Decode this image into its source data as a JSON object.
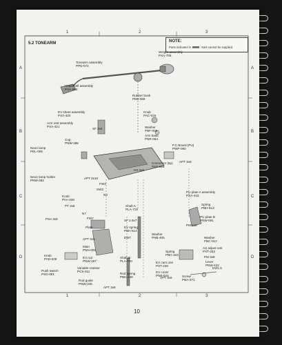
{
  "section_title": "5.2  TONEARM",
  "note": {
    "title": "NOTE:",
    "text_before": "Parts indicated in",
    "text_after": "mark cannot be supplied."
  },
  "grid": {
    "columns": [
      "1",
      "2",
      "3"
    ],
    "rows": [
      "A",
      "B",
      "C",
      "D"
    ]
  },
  "page_number": "10",
  "part_labels": [
    {
      "id": "weight-assembly",
      "lines": [
        "Weight assembly",
        "PXA-708"
      ]
    },
    {
      "id": "tonearm-assembly",
      "lines": [
        "Tonearm assembly",
        "PPD-572"
      ]
    },
    {
      "id": "headshell-assembly",
      "lines": [
        "Headshell assembly",
        "PXA-693"
      ]
    },
    {
      "id": "rubber-bush",
      "lines": [
        "Rubber bush",
        "PEB-068"
      ]
    },
    {
      "id": "ev-sheet-assembly",
      "lines": [
        "EV sheet assembly",
        "PXA-420"
      ]
    },
    {
      "id": "knob-pac016",
      "lines": [
        "Knob",
        "PAC-016"
      ]
    },
    {
      "id": "arm-rest-assembly",
      "lines": [
        "Arm rest assembly",
        "PXA-421"
      ]
    },
    {
      "id": "sf-3x4",
      "lines": [
        "SF 3x4"
      ]
    },
    {
      "id": "washer-pbf005",
      "lines": [
        "Washer",
        "PBF-005"
      ]
    },
    {
      "id": "arm-base",
      "lines": [
        "Arm base",
        "PNR-064"
      ]
    },
    {
      "id": "cup",
      "lines": [
        "Cup",
        "PNW-386"
      ]
    },
    {
      "id": "pc-board",
      "lines": [
        "P.C.Board (PU)",
        "PWP-090"
      ]
    },
    {
      "id": "neon-lamp",
      "lines": [
        "Neon lamp",
        "PEL-005"
      ]
    },
    {
      "id": "connector-5p",
      "lines": [
        "Connector (5p)",
        "PKP-015"
      ]
    },
    {
      "id": "hs-4x6",
      "lines": [
        "HS 4x6"
      ]
    },
    {
      "id": "apt-3x8-right",
      "lines": [
        "APT 3x8"
      ]
    },
    {
      "id": "apt-3x10",
      "lines": [
        "APT 3x10"
      ]
    },
    {
      "id": "fw3",
      "lines": [
        "FW3"
      ]
    },
    {
      "id": "sw3",
      "lines": [
        "SW3"
      ]
    },
    {
      "id": "n3",
      "lines": [
        "N3"
      ]
    },
    {
      "id": "neon-lamp-holder",
      "lines": [
        "Neon lamp holder",
        "PNW-384"
      ]
    },
    {
      "id": "knob-paa030",
      "lines": [
        "Knob",
        "PAA-030"
      ]
    },
    {
      "id": "pt-3x8",
      "lines": [
        "PT 3x8"
      ]
    },
    {
      "id": "n7",
      "lines": [
        "N7"
      ]
    },
    {
      "id": "psa-3x6",
      "lines": [
        "PSA 3x6"
      ]
    },
    {
      "id": "fw7",
      "lines": [
        "FW7"
      ]
    },
    {
      "id": "plate",
      "lines": [
        "Plate"
      ]
    },
    {
      "id": "shaft-a",
      "lines": [
        "Shaft A",
        "PLA-719"
      ]
    },
    {
      "id": "sf-2-6x7",
      "lines": [
        "SF 2.6x7"
      ]
    },
    {
      "id": "ev-spring",
      "lines": [
        "EV spring",
        "PBH-514"
      ]
    },
    {
      "id": "ew7",
      "lines": [
        "EW7"
      ]
    },
    {
      "id": "apt-3x5",
      "lines": [
        "APT 3x5"
      ]
    },
    {
      "id": "main",
      "lines": [
        "Main",
        "PNN-005"
      ]
    },
    {
      "id": "ev-rod",
      "lines": [
        "EV rod",
        "PNW-387"
      ]
    },
    {
      "id": "variable-resistor",
      "lines": [
        "Variable resistor",
        "PCS-011"
      ]
    },
    {
      "id": "knob-pad029",
      "lines": [
        "Knob",
        "PAD-029"
      ]
    },
    {
      "id": "push-switch",
      "lines": [
        "Push switch",
        "PSG-061"
      ]
    },
    {
      "id": "shaft-b",
      "lines": [
        "Shaft B",
        "PLA-720"
      ]
    },
    {
      "id": "rod-guide",
      "lines": [
        "Rod guide",
        "PNW-345"
      ]
    },
    {
      "id": "rod-spring",
      "lines": [
        "Rod spring",
        "PBH-149"
      ]
    },
    {
      "id": "apt-3x8-bottom",
      "lines": [
        "APT 3x8"
      ]
    },
    {
      "id": "pu-plate-a",
      "lines": [
        "PU plate A assembly",
        "PXA-443"
      ]
    },
    {
      "id": "spring-pbh513",
      "lines": [
        "Spring",
        "PBH-513"
      ]
    },
    {
      "id": "pu-plate-b",
      "lines": [
        "PU plate B",
        "PNW-591"
      ]
    },
    {
      "id": "pm-4x8",
      "lines": [
        "PM 4x8"
      ]
    },
    {
      "id": "washer-pnb405",
      "lines": [
        "Washer",
        "PNB-405"
      ]
    },
    {
      "id": "washer-pbc012",
      "lines": [
        "Washer",
        "PBC-012"
      ]
    },
    {
      "id": "as-adjust-unit",
      "lines": [
        "AS adjust unit",
        "PXT-253"
      ]
    },
    {
      "id": "spring-pbh163",
      "lines": [
        "Spring",
        "PBH-163"
      ]
    },
    {
      "id": "pm-3x8",
      "lines": [
        "PM 3x8"
      ]
    },
    {
      "id": "lever",
      "lines": [
        "Lever",
        "PNW-432"
      ]
    },
    {
      "id": "ev-cam-unit",
      "lines": [
        "EV cam unit",
        "PXT-238"
      ]
    },
    {
      "id": "ew1-5",
      "lines": [
        "EW1.5"
      ]
    },
    {
      "id": "ev-cover",
      "lines": [
        "EV cover",
        "PNB-544"
      ]
    },
    {
      "id": "apt-3x6",
      "lines": [
        "APT 3x6"
      ]
    },
    {
      "id": "screw",
      "lines": [
        "Screw",
        "PBA-071"
      ]
    }
  ]
}
